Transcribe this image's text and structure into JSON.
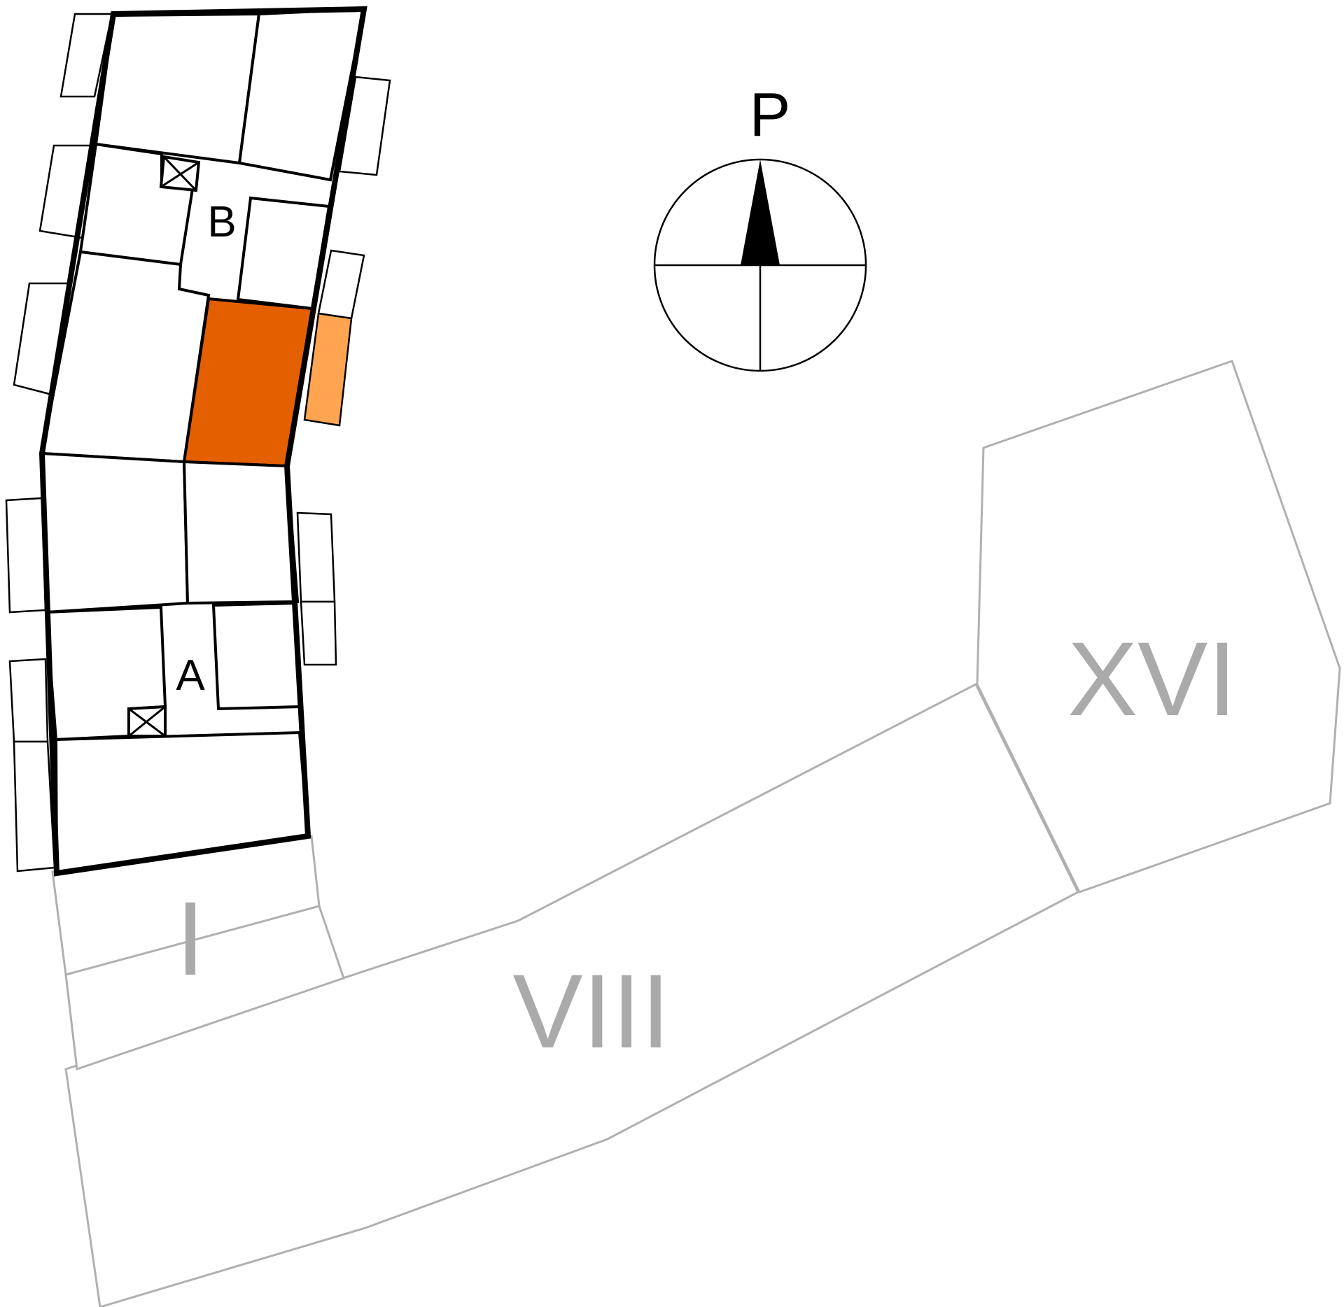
{
  "compass": {
    "north_label": "P"
  },
  "stairwells": {
    "a_label": "A",
    "b_label": "B"
  },
  "neighbour_buildings": {
    "i_label": "I",
    "viii_label": "VIII",
    "xvi_label": "XVI"
  },
  "colors": {
    "selected_unit": "#E35F00",
    "selected_balcony": "#FFA552",
    "neighbour_outline": "#B0B0B0",
    "neighbour_text": "#AAAAAA",
    "building_lines": "#000000"
  }
}
